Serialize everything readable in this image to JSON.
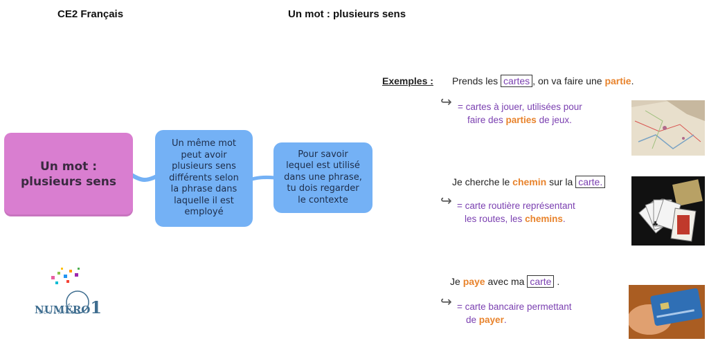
{
  "header": {
    "left": "CE2 Français",
    "center": "Un mot : plusieurs sens"
  },
  "mindmap": {
    "main_line1": "Un mot :",
    "main_line2": "plusieurs sens",
    "bubble1": [
      "Un même mot",
      "peut avoir",
      "plusieurs sens",
      "différents selon",
      "la phrase dans",
      "laquelle il est",
      "employé"
    ],
    "bubble2": [
      "Pour savoir",
      "lequel est utilisé",
      "dans une phrase,",
      "tu dois regarder",
      "le contexte"
    ]
  },
  "examples": {
    "label": "Exemples :",
    "ex1": {
      "before": "Prends les",
      "boxed": "cartes",
      "middle": ", on va faire une",
      "highlight": "partie",
      "end": ".",
      "def_prefix": "= ",
      "def_line1": "cartes à jouer, utilisées pour",
      "def_line2_before": "faire des",
      "def_line2_highlight": "parties",
      "def_line2_after": "de jeux."
    },
    "ex2": {
      "before": "Je cherche le",
      "highlight": "chemin",
      "middle": "sur la",
      "boxed": "carte.",
      "def_prefix": "= ",
      "def_line1": "carte routière représentant",
      "def_line2_before": "les routes, les",
      "def_line2_highlight": "chemins",
      "def_line2_after": "."
    },
    "ex3": {
      "before": "Je",
      "highlight": "paye",
      "middle": "avec ma",
      "boxed": "carte",
      "end": ".",
      "def_prefix": "= ",
      "def_line1": "carte bancaire permettant",
      "def_line2_before": "de",
      "def_line2_highlight": "payer",
      "def_line2_after": "."
    }
  },
  "logo": {
    "text1": "NUMÉRO",
    "text2": "1",
    "text3": "SCOLAIRE"
  },
  "icons": {
    "arrow": "curved-return-arrow-icon"
  },
  "colors": {
    "main_node": "#d97ed0",
    "bubble": "#74b1f5",
    "highlight_orange": "#e8832c",
    "purple_text": "#7a3fb0"
  }
}
